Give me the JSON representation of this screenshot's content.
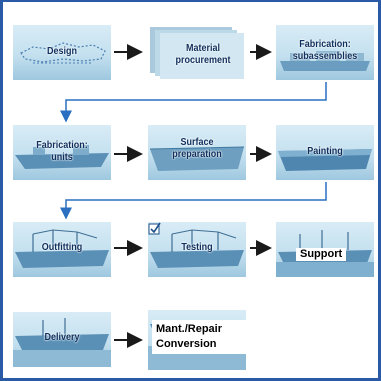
{
  "steps": {
    "design": "Design",
    "material_procurement_line1": "Material",
    "material_procurement_line2": "procurement",
    "fabrication_subassemblies_line1": "Fabrication:",
    "fabrication_subassemblies_line2": "subassemblies",
    "fabrication_units_line1": "Fabrication:",
    "fabrication_units_line2": "units",
    "surface_preparation_line1": "Surface",
    "surface_preparation_line2": "preparation",
    "painting": "Painting",
    "outfitting": "Outfitting",
    "testing": "Testing",
    "support": "Support",
    "delivery": "Delivery",
    "mant_repair_line1": "Mant./Repair",
    "mant_repair_line2": "Conversion"
  },
  "colors": {
    "frame": "#2a5aa6",
    "box_light": "#d8ecf6",
    "box_dark": "#9ec8df",
    "arrow": "#1a1a1a",
    "connector": "#2a6fc0",
    "label": "#0f2f5c"
  }
}
